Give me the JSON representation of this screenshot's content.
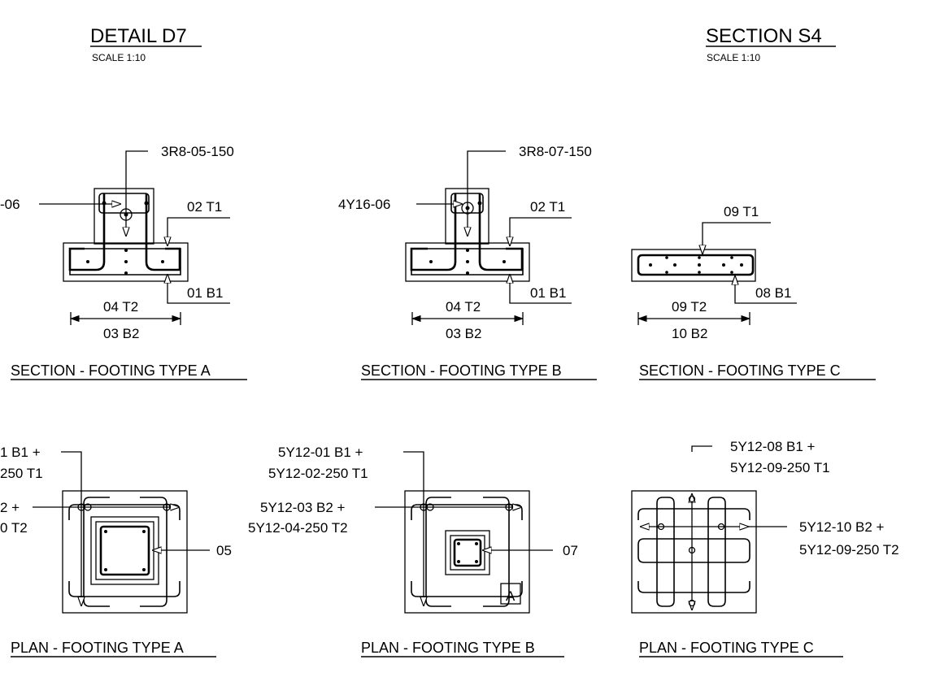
{
  "headers": {
    "left": {
      "title": "DETAIL D7",
      "scale": "SCALE 1:10"
    },
    "right": {
      "title": "SECTION S4",
      "scale": "SCALE 1:10"
    }
  },
  "sections": [
    {
      "caption": "SECTION - FOOTING TYPE A",
      "stirrup": "3R8-05-150",
      "vertical_bar": "-06",
      "top_bar": "02 T1",
      "bottom_bar": "01 B1",
      "dim_top": "04 T2",
      "dim_bottom": "03 B2"
    },
    {
      "caption": "SECTION - FOOTING TYPE B",
      "stirrup": "3R8-07-150",
      "vertical_bar": "4Y16-06",
      "top_bar": "02 T1",
      "bottom_bar": "01 B1",
      "dim_top": "04 T2",
      "dim_bottom": "03 B2"
    },
    {
      "caption": "SECTION - FOOTING TYPE C",
      "top_bar": "09 T1",
      "bottom_bar": "08 B1",
      "dim_top": "09 T2",
      "dim_bottom": "10 B2"
    }
  ],
  "plans": [
    {
      "caption": "PLAN - FOOTING TYPE A",
      "note1_line1": "1 B1 +",
      "note1_line2": "250 T1",
      "note2_line1": "2 +",
      "note2_line2": "0 T2",
      "column_tag": "05"
    },
    {
      "caption": "PLAN - FOOTING TYPE B",
      "note1_line1": "5Y12-01 B1 +",
      "note1_line2": "5Y12-02-250 T1",
      "note2_line1": "5Y12-03 B2 +",
      "note2_line2": "5Y12-04-250 T2",
      "column_tag": "07",
      "section_mark": "A"
    },
    {
      "caption": "PLAN - FOOTING TYPE C",
      "note1_line1": "5Y12-08 B1 +",
      "note1_line2": "5Y12-09-250 T1",
      "note2_line1": "5Y12-10 B2 +",
      "note2_line2": "5Y12-09-250 T2"
    }
  ]
}
